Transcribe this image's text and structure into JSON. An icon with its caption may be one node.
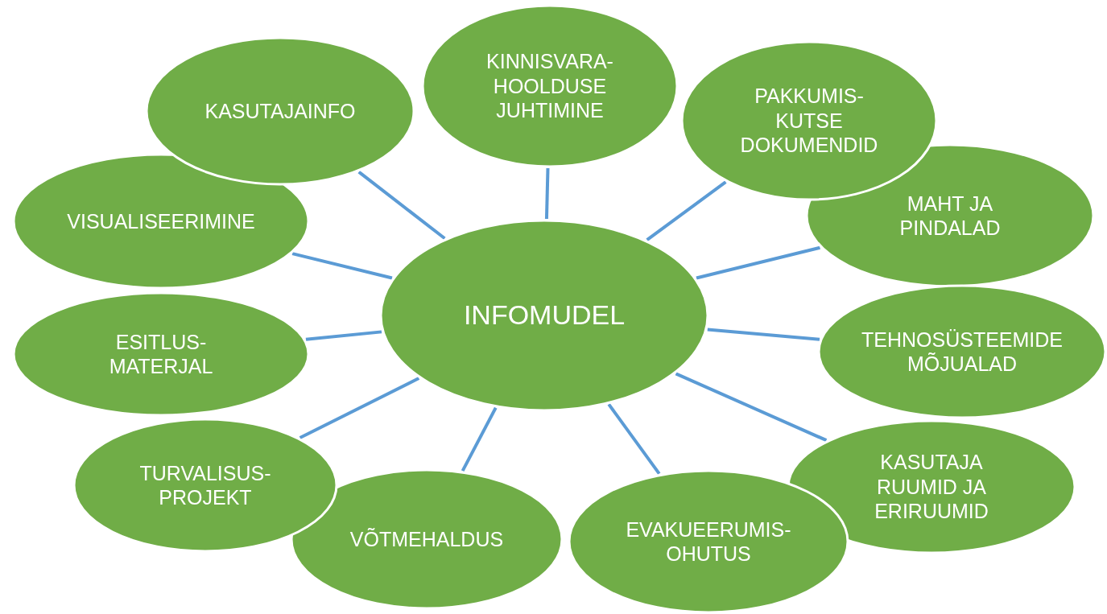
{
  "diagram": {
    "nodes": [
      {
        "text": [
          "INFOMUDEL"
        ]
      },
      {
        "text": [
          "KINNISVARA- HOOLDUSE JUHTIMINE"
        ]
      },
      {
        "text": [
          "PAKKUMIS- KUTSE DOKUMENDID"
        ]
      },
      {
        "text": [
          "MAHT JA PINDALAD"
        ]
      },
      {
        "text": [
          "TEHNOSÜSTEEMIDE MÕJUALAD"
        ]
      },
      {
        "text": [
          "KASUTAJA RUUMID JA ERIRUUMID"
        ]
      },
      {
        "text": [
          "EVAKUEERUMIS- OHUTUS"
        ]
      },
      {
        "text": [
          "VÕTMEHALDUS"
        ]
      },
      {
        "text": [
          "TURVALISUS- PROJEKT"
        ]
      },
      {
        "text": [
          "ESITLUS- MATERJAL"
        ]
      },
      {
        "text": [
          "VISUALISEERIMINE"
        ]
      },
      {
        "text": [
          "KASUTAJAINFO"
        ]
      }
    ],
    "edges": [
      {
        "from": 0,
        "to": 1,
        "arrow": "none"
      },
      {
        "from": 0,
        "to": 2,
        "arrow": "none"
      },
      {
        "from": 0,
        "to": 3,
        "arrow": "none"
      },
      {
        "from": 0,
        "to": 4,
        "arrow": "none"
      },
      {
        "from": 0,
        "to": 5,
        "arrow": "none"
      },
      {
        "from": 0,
        "to": 6,
        "arrow": "none"
      },
      {
        "from": 0,
        "to": 7,
        "arrow": "none"
      },
      {
        "from": 0,
        "to": 8,
        "arrow": "none"
      },
      {
        "from": 0,
        "to": 9,
        "arrow": "none"
      },
      {
        "from": 0,
        "to": 10,
        "arrow": "none"
      },
      {
        "from": 0,
        "to": 11,
        "arrow": "none"
      }
    ]
  }
}
